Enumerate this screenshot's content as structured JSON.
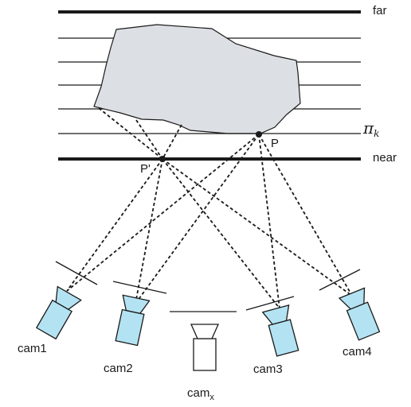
{
  "planes": {
    "far_label": "far",
    "near_label": "near",
    "plane_symbol": "π",
    "plane_index": "k"
  },
  "points": {
    "p_label": "P",
    "p_prime_label": "P'"
  },
  "cameras": [
    {
      "id": "cam1",
      "label": "cam1"
    },
    {
      "id": "cam2",
      "label": "cam2"
    },
    {
      "id": "cam3",
      "label": "cam3"
    },
    {
      "id": "cam4",
      "label": "cam4"
    },
    {
      "id": "camx",
      "label_base": "cam",
      "label_sub": "x"
    }
  ],
  "colors": {
    "surface_fill": "#dcdfe4",
    "camera_fill": "#b3e3f2",
    "virtual_camera_fill": "#ffffff",
    "line": "#1a1a1a"
  }
}
